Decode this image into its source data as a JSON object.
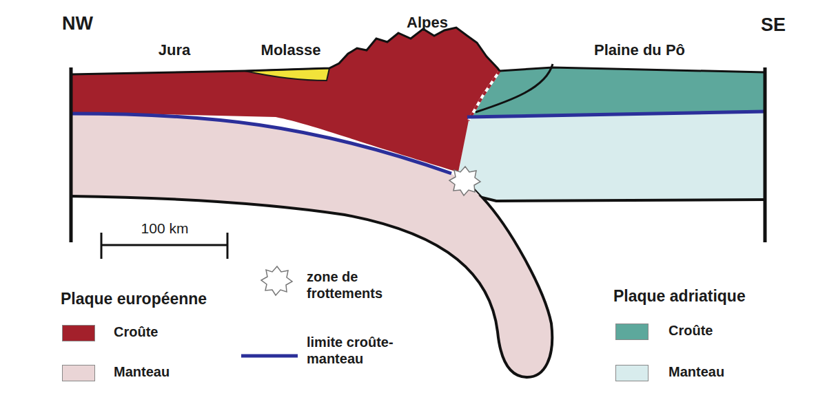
{
  "diagram": {
    "labels": [
      "NW",
      "SE",
      "Jura",
      "Molasse",
      "Alpes",
      "Plaine du Pô",
      "100 km",
      "Plaque européenne",
      "Plaque adriatique"
    ],
    "legend": [
      {
        "text": "Croûte",
        "color": "#a3202b"
      },
      {
        "text": "Manteau",
        "color": "#ead5d6"
      },
      {
        "text": "zone de frottements"
      },
      {
        "text": "limite croûte-manteau"
      },
      {
        "text": "Croûte",
        "color": "#5da89c"
      },
      {
        "text": "Manteau",
        "color": "#d8eced"
      }
    ]
  }
}
